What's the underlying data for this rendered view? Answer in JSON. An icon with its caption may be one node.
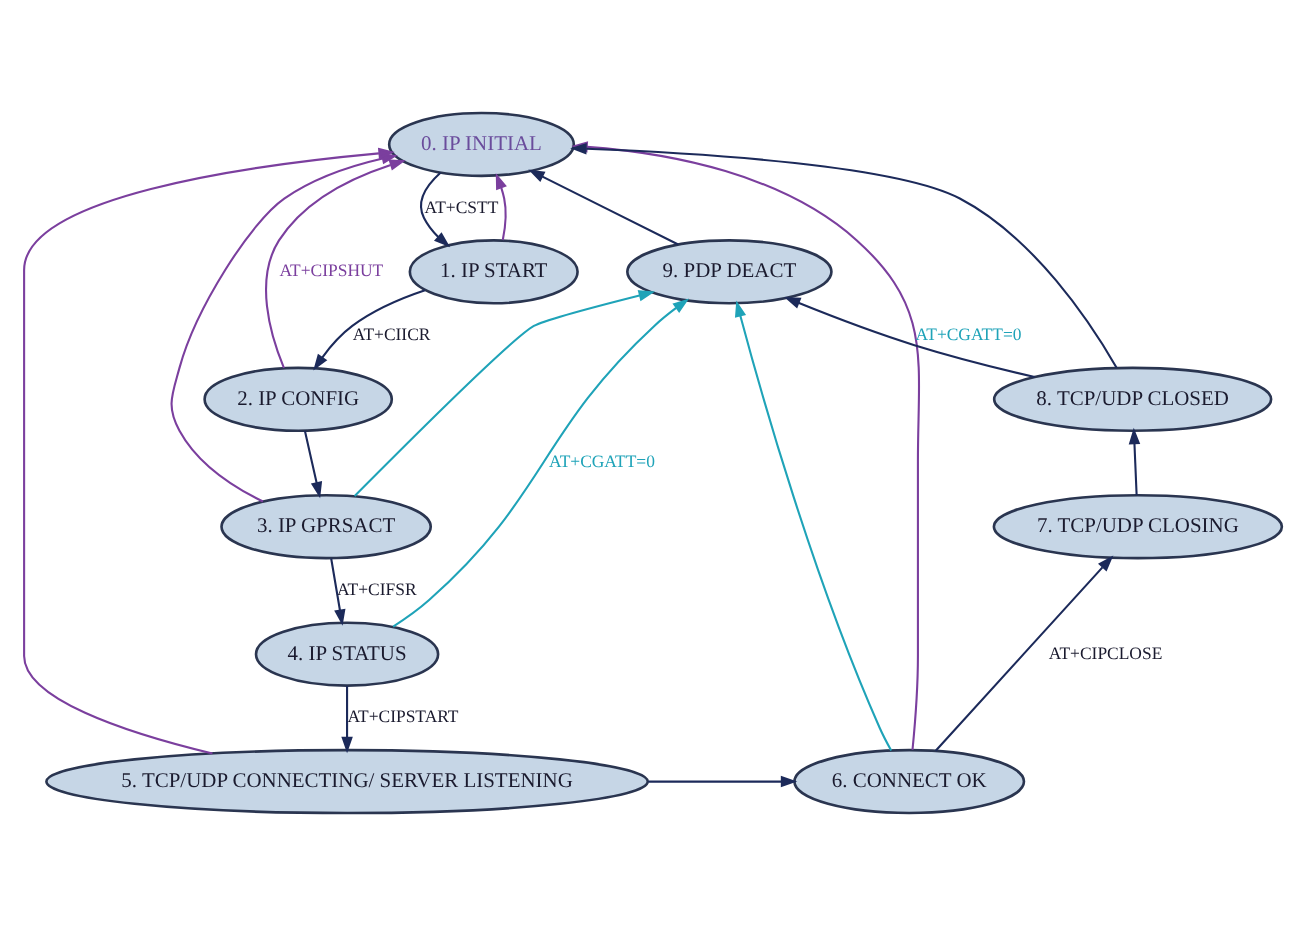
{
  "diagram": {
    "nodes": [
      {
        "text": [
          "0. IP INITIAL"
        ]
      },
      {
        "text": [
          "1. IP START"
        ]
      },
      {
        "text": [
          "2. IP CONFIG"
        ]
      },
      {
        "text": [
          "3. IP GPRSACT"
        ]
      },
      {
        "text": [
          "4. IP STATUS"
        ]
      },
      {
        "text": [
          "5. TCP/UDP CONNECTING/ SERVER LISTENING"
        ]
      },
      {
        "text": [
          "6. CONNECT OK"
        ]
      },
      {
        "text": [
          "7. TCP/UDP CLOSING"
        ]
      },
      {
        "text": [
          "8. TCP/UDP CLOSED"
        ]
      },
      {
        "text": [
          "9. PDP DEACT"
        ]
      }
    ],
    "edges": [
      {
        "from": 0,
        "to": 1,
        "arrow": "to",
        "label": "AT+CSTT"
      },
      {
        "from": 1,
        "to": 2,
        "arrow": "to",
        "label": "AT+CIICR"
      },
      {
        "from": 2,
        "to": 3,
        "arrow": "to"
      },
      {
        "from": 3,
        "to": 4,
        "arrow": "to",
        "label": "AT+CIFSR"
      },
      {
        "from": 4,
        "to": 5,
        "arrow": "to",
        "label": "AT+CIPSTART"
      },
      {
        "from": 5,
        "to": 6,
        "arrow": "to"
      },
      {
        "from": 6,
        "to": 7,
        "arrow": "to",
        "label": "AT+CIPCLOSE"
      },
      {
        "from": 7,
        "to": 8,
        "arrow": "to"
      },
      {
        "from": 8,
        "to": 9,
        "arrow": "to",
        "label": "AT+CGATT=0"
      },
      {
        "from": 9,
        "to": 0,
        "arrow": "to"
      },
      {
        "from": 8,
        "to": 0,
        "arrow": "to"
      },
      {
        "from": 1,
        "to": 0,
        "arrow": "to",
        "color": "#7b3f9e"
      },
      {
        "from": 2,
        "to": 0,
        "arrow": "to",
        "color": "#7b3f9e",
        "label": "AT+CIPSHUT"
      },
      {
        "from": 3,
        "to": 0,
        "arrow": "to",
        "color": "#7b3f9e"
      },
      {
        "from": 5,
        "to": 0,
        "arrow": "to",
        "color": "#7b3f9e"
      },
      {
        "from": 6,
        "to": 0,
        "arrow": "to",
        "color": "#7b3f9e"
      },
      {
        "from": 3,
        "to": 9,
        "arrow": "to",
        "color": "#1fa3b8"
      },
      {
        "from": 4,
        "to": 9,
        "arrow": "to",
        "color": "#1fa3b8",
        "label": "AT+CGATT=0"
      },
      {
        "from": 6,
        "to": 9,
        "arrow": "to",
        "color": "#1fa3b8"
      }
    ]
  }
}
